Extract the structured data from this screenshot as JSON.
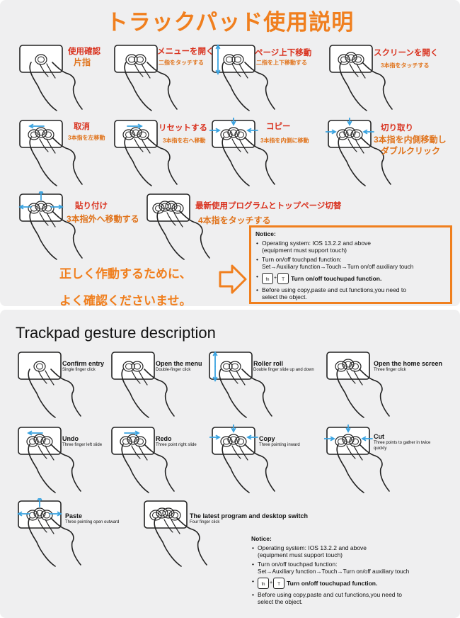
{
  "jp": {
    "title": "トラックパッド使用説明",
    "gestures": [
      {
        "main": "使用確認",
        "sub": "片指"
      },
      {
        "main": "メニューを開く",
        "sub": "二指をタッチする"
      },
      {
        "main": "ページ上下移動",
        "sub": "二指を上下移動する"
      },
      {
        "main": "スクリーンを開く",
        "sub": "3本指をタッチする"
      },
      {
        "main": "取消",
        "sub": "3本指を左移動"
      },
      {
        "main": "リセットする",
        "sub": "3本指を右へ移動"
      },
      {
        "main": "コピー",
        "sub": "3本指を内側に移動"
      },
      {
        "main": "切り取り",
        "sub": "3本指を内側移動し",
        "sub2": "ダブルクリック"
      },
      {
        "main": "貼り付け",
        "sub": "3本指外へ移動する"
      },
      {
        "main": "最新使用プログラムとトップページ切替",
        "sub": "4本指をタッチする"
      }
    ],
    "check_line1": "正しく作動するために、",
    "check_line2": "よく確認くださいませ。"
  },
  "en": {
    "title": "Trackpad gesture description",
    "gestures": [
      {
        "main": "Confirm entry",
        "sub": "Single finger click"
      },
      {
        "main": "Open the menu",
        "sub": "Double-finger click"
      },
      {
        "main": "Roller roll",
        "sub": "Double finger slide up and down"
      },
      {
        "main": "Open the home screen",
        "sub": "Three finger click"
      },
      {
        "main": "Undo",
        "sub": "Three finger left slide"
      },
      {
        "main": "Redo",
        "sub": "Three point right slide"
      },
      {
        "main": "Copy",
        "sub": "Three pointing inward"
      },
      {
        "main": "Cut",
        "sub": "Three points to gather in twice",
        "sub2": "quickly"
      },
      {
        "main": "Paste",
        "sub": "Three pointing open outward"
      },
      {
        "main": "The latest program and desktop switch",
        "sub": "Four finger click"
      }
    ]
  },
  "notice": {
    "title": "Notice:",
    "item1_line1": "Operating system: IOS 13.2.2 and above",
    "item1_line2": "(equipment must support touch)",
    "item2_line1": "Turn on/off touchpad function:",
    "item2_line2_jp": "Set→Auxiliary function→Touch→Turn on/off auxiliary touch",
    "item2_line2_en": "Set→Auxiliary function→Touch→Turn on/off auxiliary touch",
    "key1": "fn",
    "key2": "T",
    "key_plus": "+",
    "item3": "Turn on/off touchupad function.",
    "item4_line1": "Before using copy,paste and cut functions,you need to",
    "item4_line2": "select the object."
  },
  "colors": {
    "accent": "#f07f1e",
    "jp_label": "#d9321f",
    "arrow": "#3aa3e0",
    "panel": "#efeff0"
  }
}
